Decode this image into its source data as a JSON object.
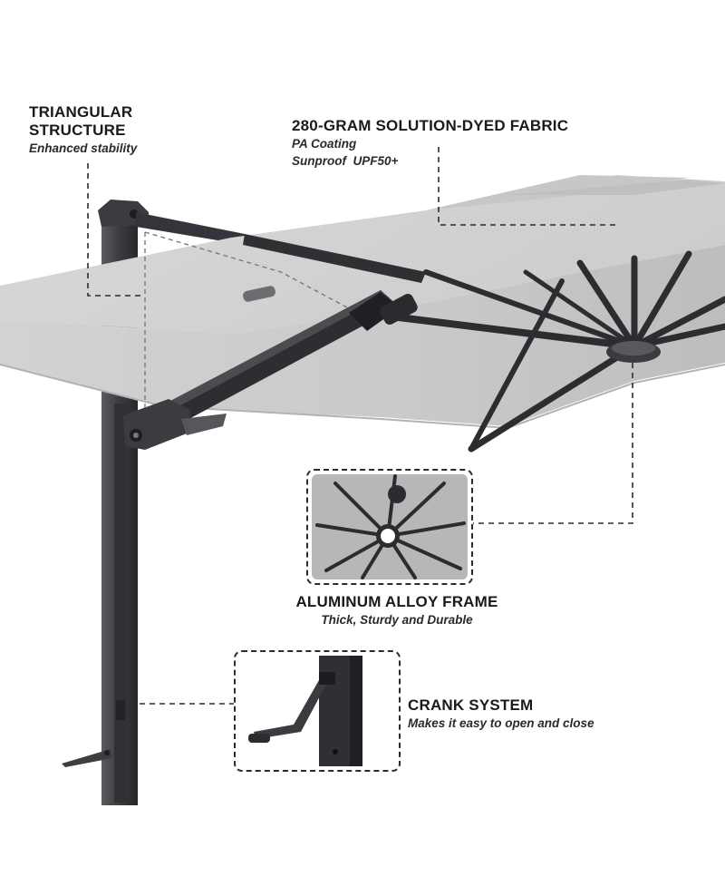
{
  "callouts": {
    "triangular": {
      "title_line1": "TRIANGULAR",
      "title_line2": "STRUCTURE",
      "subtitle": "Enhanced stability"
    },
    "fabric": {
      "title": "280-GRAM SOLUTION-DYED FABRIC",
      "line1": "PA Coating",
      "line2": "Sunproof  UPF50+"
    },
    "frame": {
      "title": "ALUMINUM ALLOY FRAME",
      "subtitle": "Thick, Sturdy and Durable"
    },
    "crank": {
      "title": "CRANK SYSTEM",
      "subtitle": "Makes it easy to open and close"
    }
  },
  "icons": [
    "umbrella-canopy-illustration",
    "aluminum-frame-closeup",
    "crank-handle-closeup"
  ],
  "colors": {
    "canopy": "#d3d3d3",
    "canopy_shadow": "#c4c4c4",
    "frame": "#2e3033",
    "pole": "#3a3c3f",
    "text": "#1a1a1a",
    "dash": "#2b2b2b"
  }
}
